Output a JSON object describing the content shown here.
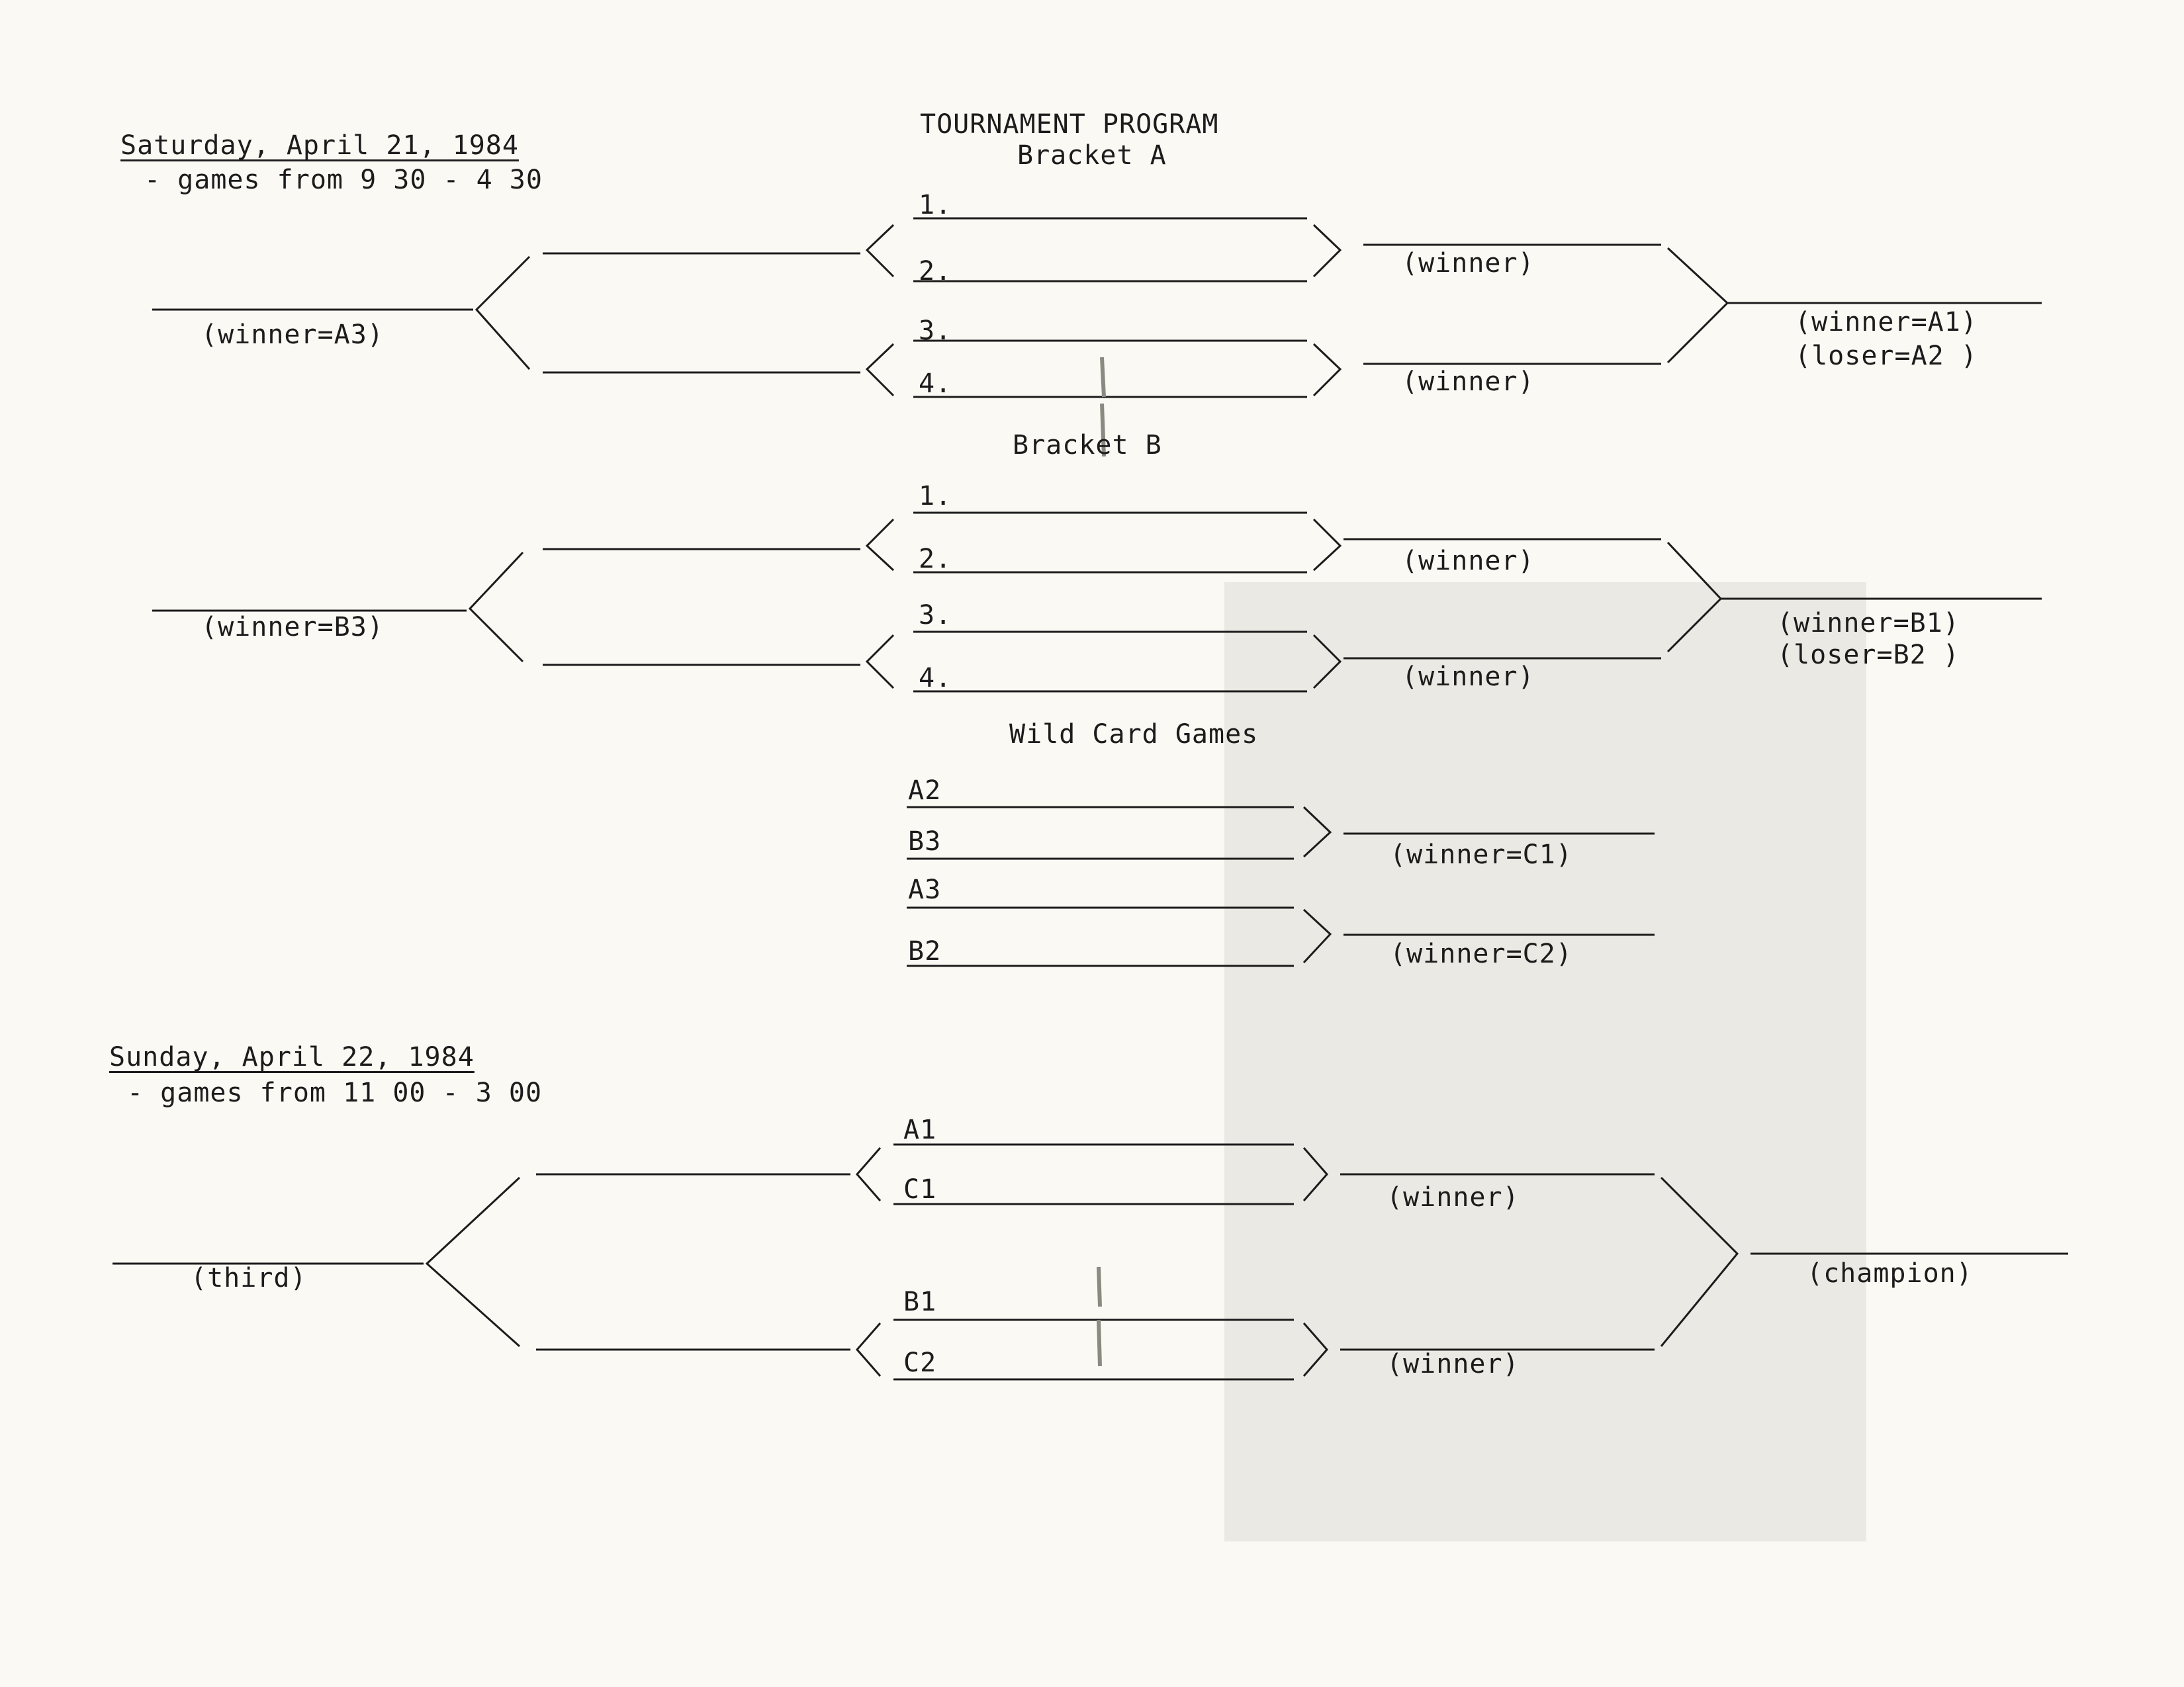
{
  "header": {
    "title": "TOURNAMENT PROGRAM",
    "bracket_a": "Bracket A",
    "bracket_b": "Bracket B",
    "wild_card": "Wild Card Games"
  },
  "saturday": {
    "date": "Saturday, April 21, 1984",
    "games": "- games from 9 30 - 4 30"
  },
  "sunday": {
    "date": "Sunday, April 22, 1984",
    "games": "- games from 11 00 - 3 00"
  },
  "bracket_a": {
    "slots": [
      "1.",
      "2.",
      "3.",
      "4."
    ],
    "winner_top": "(winner)",
    "winner_bottom": "(winner)",
    "final_right_1": "(winner=A1)",
    "final_right_2": "(loser=A2 )",
    "left_label": "(winner=A3)"
  },
  "bracket_b": {
    "slots": [
      "1.",
      "2.",
      "3.",
      "4."
    ],
    "winner_top": "(winner)",
    "winner_bottom": "(winner)",
    "final_right_1": "(winner=B1)",
    "final_right_2": "(loser=B2 )",
    "left_label": "(winner=B3)"
  },
  "wild_card": {
    "slots": [
      "A2",
      "B3",
      "A3",
      "B2"
    ],
    "winner_1": "(winner=C1)",
    "winner_2": "(winner=C2)"
  },
  "finals": {
    "slots": [
      "A1",
      "C1",
      "B1",
      "C2"
    ],
    "winner_top": "(winner)",
    "winner_bottom": "(winner)",
    "champion": "(champion)",
    "third": "(third)"
  },
  "colors": {
    "paper": "#faf9f4",
    "ink": "#1c1c1c",
    "staple": "#8a8a80"
  }
}
